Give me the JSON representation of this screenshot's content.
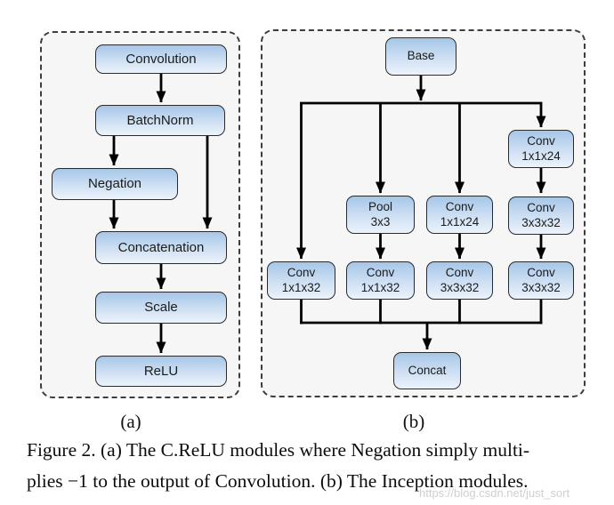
{
  "panel_a": {
    "label": "(a)",
    "nodes": {
      "convolution": "Convolution",
      "batchnorm": "BatchNorm",
      "negation": "Negation",
      "concatenation": "Concatenation",
      "scale": "Scale",
      "relu": "ReLU"
    }
  },
  "panel_b": {
    "label": "(b)",
    "nodes": {
      "base": {
        "line1": "Base"
      },
      "conv_1x1x24_branch4_top": {
        "line1": "Conv",
        "line2": "1x1x24"
      },
      "pool_3x3": {
        "line1": "Pool",
        "line2": "3x3"
      },
      "conv_1x1x24_branch3": {
        "line1": "Conv",
        "line2": "1x1x24"
      },
      "conv_3x3x32_branch4_mid": {
        "line1": "Conv",
        "line2": "3x3x32"
      },
      "conv_1x1x32_branch1": {
        "line1": "Conv",
        "line2": "1x1x32"
      },
      "conv_1x1x32_branch2": {
        "line1": "Conv",
        "line2": "1x1x32"
      },
      "conv_3x3x32_branch3": {
        "line1": "Conv",
        "line2": "3x3x32"
      },
      "conv_3x3x32_branch4_bottom": {
        "line1": "Conv",
        "line2": "3x3x32"
      },
      "concat": {
        "line1": "Concat"
      }
    }
  },
  "caption": {
    "line1": "Figure 2. (a) The C.ReLU modules where Negation simply multi-",
    "line2": "plies −1 to the output of Convolution. (b) The Inception modules."
  },
  "watermark": "https://blog.csdn.net/just_sort",
  "colors": {
    "node_top": "#a6c6e8",
    "node_bottom": "#ecf3fc",
    "node_border": "#2b2b2b",
    "panel_bg": "#f6f6f6",
    "panel_border": "#3d3d3d",
    "edge_color": "#000000",
    "watermark_color": "#c7c7c7"
  }
}
